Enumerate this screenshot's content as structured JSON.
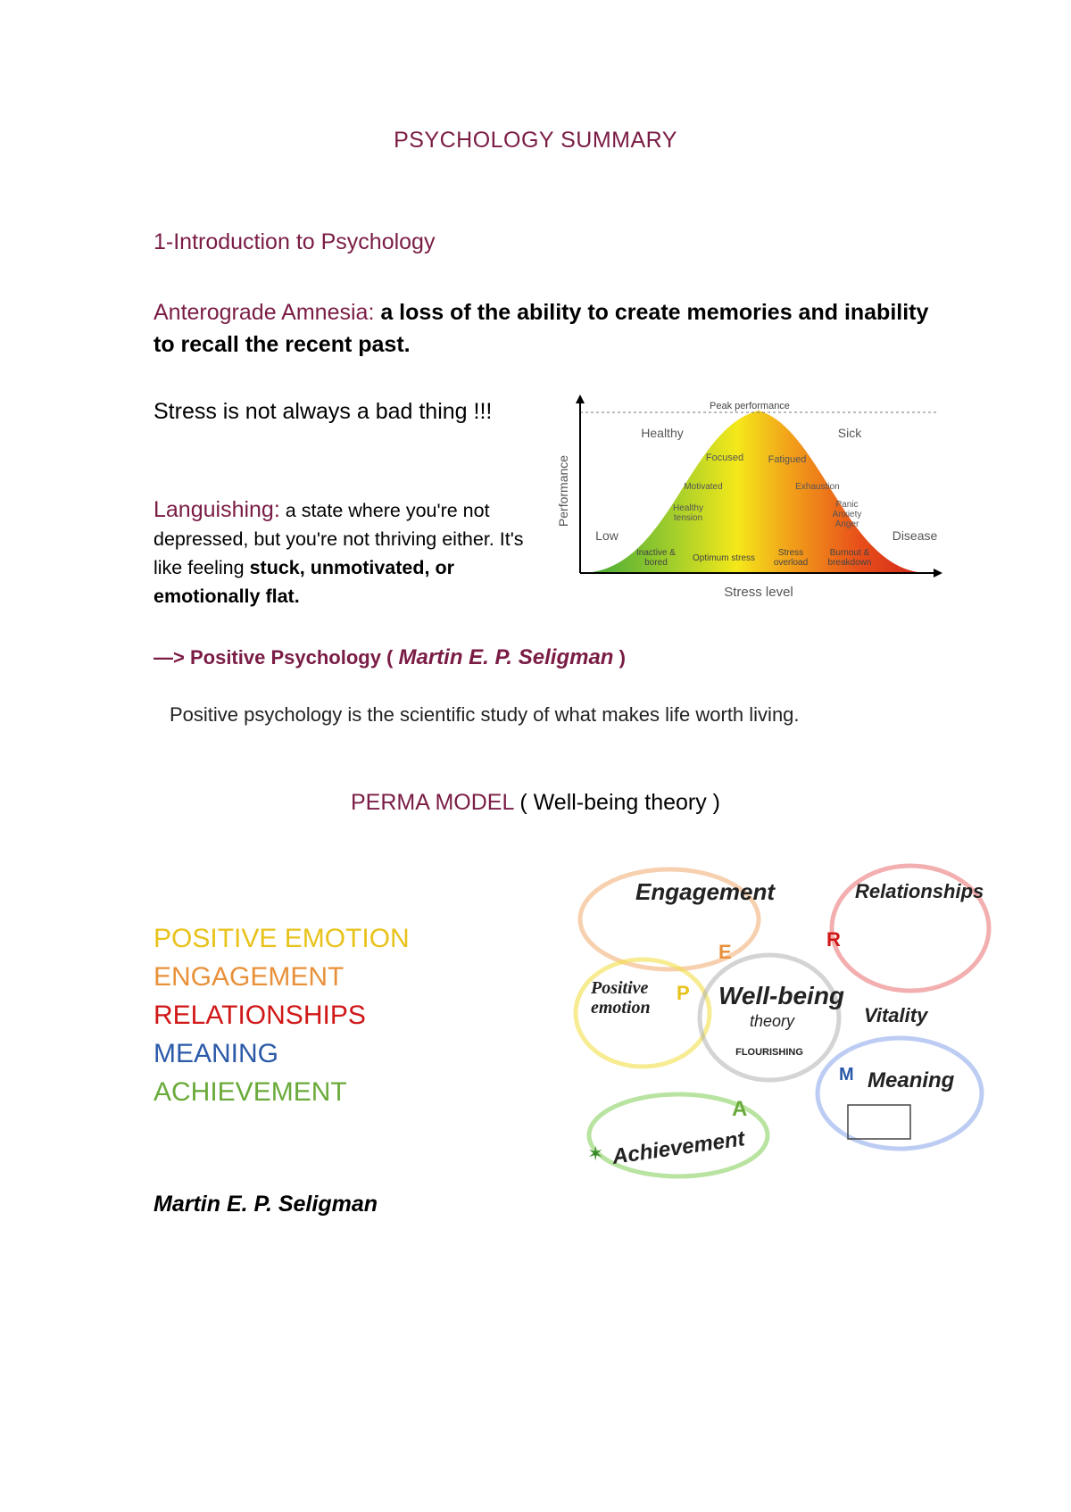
{
  "document": {
    "title": "PSYCHOLOGY SUMMARY",
    "section1": {
      "heading": "1-Introduction to Psychology"
    },
    "anterograde": {
      "term": "Anterograde Amnesia",
      "colon": ":",
      "definition": " a loss of the ability to create memories and inability to recall the recent past."
    },
    "stress_note": " Stress is not always a bad thing !!!",
    "languishing": {
      "term": "Languishing:",
      "text_a": " a state where you're not depressed, but you're not thriving either. It's like feeling ",
      "text_bold": "stuck, unmotivated, or emotionally flat."
    },
    "positive_psychology": {
      "arrow": "—> ",
      "label": "Positive Psychology ( ",
      "author": "Martin E. P. Seligman",
      "close": " )",
      "definition": "Positive psychology is the scientific study of what makes life worth living."
    },
    "perma": {
      "heading": "PERMA MODEL",
      "subheading": " ( Well-being theory )",
      "items": [
        {
          "label": "POSITIVE EMOTION",
          "color": "#e8c21a"
        },
        {
          "label": "ENGAGEMENT",
          "color": "#e8913a"
        },
        {
          "label": "RELATIONSHIPS",
          "color": "#d01818"
        },
        {
          "label": "MEANING",
          "color": "#2a5aa8"
        },
        {
          "label": "ACHIEVEMENT",
          "color": "#6aaa3a"
        }
      ],
      "author": "Martin E. P. Seligman"
    }
  },
  "stress_figure": {
    "y_label": "Performance",
    "x_label": "Stress level",
    "peak": "Peak performance",
    "zones": {
      "healthy": "Healthy",
      "sick": "Sick",
      "low": "Low",
      "disease": "Disease",
      "focused": "Focused",
      "fatigued": "Fatigued",
      "motivated": "Motivated",
      "exhaustion": "Exhaustion",
      "healthy_tension": "Healthy tension",
      "panic": "Panic Anxiety Anger",
      "inactive": "Inactive & bored",
      "optimum": "Optimum stress",
      "overload": "Stress overload",
      "burnout": "Burnout & breakdown"
    }
  },
  "perma_figure": {
    "engagement": "Engagement",
    "relationships": "Relationships",
    "positive_emotion": "Positive emotion",
    "wellbeing": "Well-being",
    "theory": "theory",
    "flourishing": "FLOURISHING",
    "vitality": "Vitality",
    "meaning": "Meaning",
    "achievement": "Achievement",
    "letter_e": "E",
    "letter_r": "R",
    "letter_p": "P",
    "letter_m": "M",
    "letter_a": "A"
  }
}
